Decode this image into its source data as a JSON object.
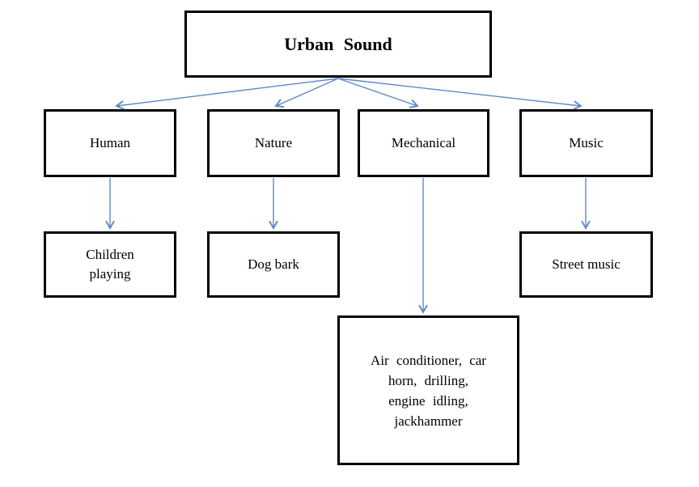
{
  "diagram": {
    "title": "Urban Sound",
    "categories": [
      {
        "label": "Human",
        "example": "Children\nplaying"
      },
      {
        "label": "Nature",
        "example": "Dog bark"
      },
      {
        "label": "Mechanical",
        "example": "Air conditioner, car\nhorn, drilling,\nengine idling,\njackhammer"
      },
      {
        "label": "Music",
        "example": "Street music"
      }
    ],
    "colors": {
      "arrow": "#5b88c8",
      "border": "#000000",
      "background": "#ffffff"
    }
  }
}
